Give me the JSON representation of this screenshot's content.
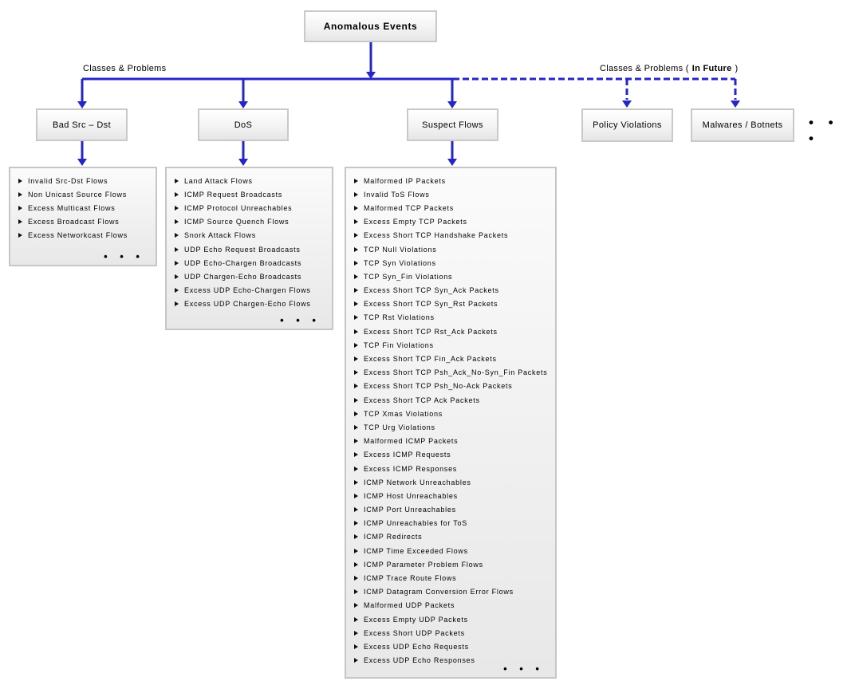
{
  "title": "Anomalous Events",
  "branch_labels": {
    "left": "Classes & Problems",
    "right_prefix": "Classes & Problems (",
    "right_bold": "In Future",
    "right_suffix": ")"
  },
  "ellipsis": "• • •",
  "more_classes_ellipsis": "• • •",
  "colors": {
    "connector_blue": "#2626C8",
    "box_border": "#C9C9C9",
    "box_fill_top": "#FFFFFF",
    "box_fill_bottom": "#E6E6E6",
    "text": "#000000",
    "background": "#FFFFFF"
  },
  "classes": [
    {
      "label": "Bad Src – Dst",
      "items": [
        "Invalid Src-Dst Flows",
        "Non Unicast Source Flows",
        "Excess Multicast Flows",
        "Excess Broadcast Flows",
        "Excess Networkcast Flows"
      ],
      "has_more": true
    },
    {
      "label": "DoS",
      "items": [
        "Land Attack Flows",
        "ICMP Request Broadcasts",
        "ICMP Protocol Unreachables",
        "ICMP Source Quench Flows",
        "Snork Attack Flows",
        "UDP Echo Request Broadcasts",
        "UDP Echo-Chargen Broadcasts",
        "UDP Chargen-Echo Broadcasts",
        "Excess UDP Echo-Chargen Flows",
        "Excess UDP Chargen-Echo Flows"
      ],
      "has_more": true
    },
    {
      "label": "Suspect Flows",
      "items": [
        "Malformed IP Packets",
        "Invalid ToS Flows",
        "Malformed TCP Packets",
        "Excess Empty TCP Packets",
        "Excess Short TCP Handshake Packets",
        "TCP Null Violations",
        "TCP Syn Violations",
        "TCP Syn_Fin Violations",
        "Excess Short TCP Syn_Ack Packets",
        "Excess Short TCP Syn_Rst Packets",
        "TCP Rst Violations",
        "Excess Short TCP Rst_Ack Packets",
        "TCP Fin Violations",
        "Excess Short TCP Fin_Ack Packets",
        "Excess Short TCP Psh_Ack_No-Syn_Fin Packets",
        "Excess Short TCP Psh_No-Ack Packets",
        "Excess Short TCP Ack Packets",
        "TCP Xmas Violations",
        "TCP Urg Violations",
        "Malformed ICMP Packets",
        "Excess ICMP Requests",
        "Excess ICMP Responses",
        "ICMP Network Unreachables",
        "ICMP Host Unreachables",
        "ICMP Port Unreachables",
        "ICMP Unreachables for ToS",
        "ICMP Redirects",
        "ICMP Time Exceeded Flows",
        "ICMP Parameter Problem Flows",
        "ICMP Trace Route Flows",
        "ICMP Datagram Conversion Error Flows",
        "Malformed UDP Packets",
        "Excess Empty UDP Packets",
        "Excess Short UDP Packets",
        "Excess UDP Echo Requests",
        "Excess UDP Echo Responses"
      ],
      "has_more": true
    },
    {
      "label": "Policy Violations",
      "items": [],
      "has_more": false
    },
    {
      "label": "Malwares / Botnets",
      "items": [],
      "has_more": false
    }
  ]
}
